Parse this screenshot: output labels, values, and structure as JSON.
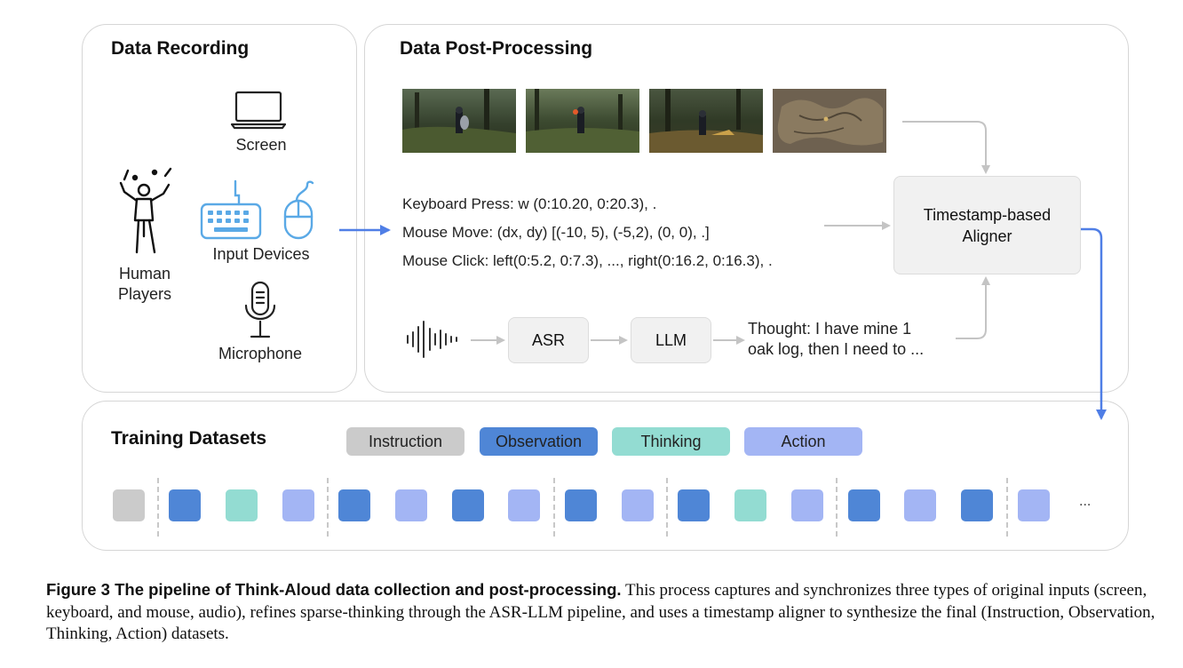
{
  "data_recording": {
    "title": "Data Recording",
    "screen_label": "Screen",
    "humans_label_line1": "Human",
    "humans_label_line2": "Players",
    "input_devices_label": "Input Devices",
    "microphone_label": "Microphone"
  },
  "post_processing": {
    "title": "Data Post-Processing",
    "action_lines": [
      "Keyboard Press: w (0:10.20, 0:20.3), .",
      "Mouse Move: (dx, dy) [(-10, 5), (-5,2), (0, 0), .]",
      "Mouse Click: left(0:5.2, 0:7.3), ..., right(0:16.2, 0:16.3), ."
    ],
    "asr_label": "ASR",
    "llm_label": "LLM",
    "thought_line1": "Thought: I have mine 1",
    "thought_line2": "oak log, then I need to ...",
    "aligner_line1": "Timestamp-based",
    "aligner_line2": "Aligner"
  },
  "training": {
    "title": "Training Datasets",
    "legend": [
      {
        "label": "Instruction",
        "color": "#cbcbcb"
      },
      {
        "label": "Observation",
        "color": "#4f86d6"
      },
      {
        "label": "Thinking",
        "color": "#93dcd2"
      },
      {
        "label": "Action",
        "color": "#a3b5f4"
      }
    ],
    "sequence": [
      "instruction",
      "observation",
      "thinking",
      "action",
      "observation",
      "action",
      "observation",
      "action",
      "observation",
      "action",
      "observation",
      "thinking",
      "action",
      "observation",
      "action",
      "observation",
      "action"
    ],
    "ellipsis": "..."
  },
  "caption": {
    "lead": "Figure 3 The pipeline of Think-Aloud data collection and post-processing.",
    "body": "This process captures and synchronizes three types of original inputs (screen, keyboard, and mouse, audio), refines sparse-thinking through the ASR-LLM pipeline, and uses a timestamp aligner to synthesize the final (Instruction, Observation, Thinking, Action) datasets."
  },
  "colors": {
    "arrow_blue": "#4f7ee6",
    "arrow_gray": "#c4c4c4",
    "device_blue": "#5aa9e6"
  }
}
